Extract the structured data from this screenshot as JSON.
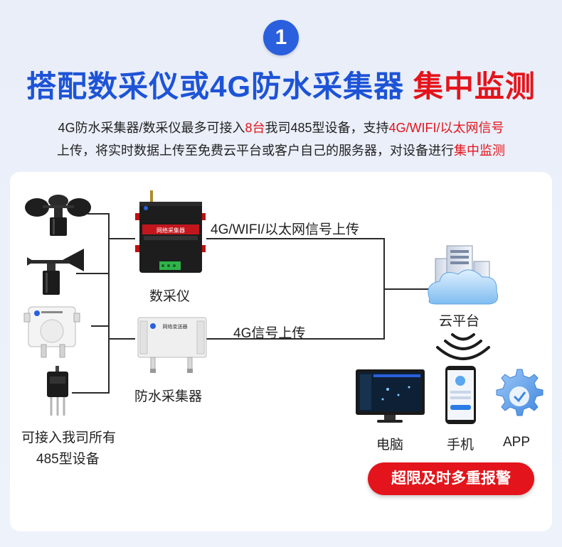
{
  "badge": "1",
  "headline": {
    "part1": "搭配数采仪或4G防水采集器",
    "part2": "集中监测"
  },
  "description": {
    "line1_a": "4G防水采集器/数采仪最多可接入",
    "line1_b": "8台",
    "line1_c": "我司485型设备，支持",
    "line1_d": "4G/WIFI/以太网信号",
    "line2_a": "上传，将实时数据上传至免费云平台或客户自己的服务器，对设备进行",
    "line2_b": "集中监测"
  },
  "diagram": {
    "sensors_caption_line1": "可接入我司所有",
    "sensors_caption_line2": "485型设备",
    "datalogger_label": "数采仪",
    "collector_label": "防水采集器",
    "link_top_label": "4G/WIFI/以太网信号上传",
    "link_bottom_label": "4G信号上传",
    "cloud_label": "云平台",
    "device_pc_label": "电脑",
    "device_phone_label": "手机",
    "device_app_label": "APP",
    "datalogger_screen_text": "网络采集器",
    "collector_screen_text": "网络变送器"
  },
  "alarm_button": "超限及时多重报警",
  "colors": {
    "accent_blue": "#1d53d6",
    "accent_red": "#e4141b",
    "badge_blue": "#2a5fdd"
  }
}
